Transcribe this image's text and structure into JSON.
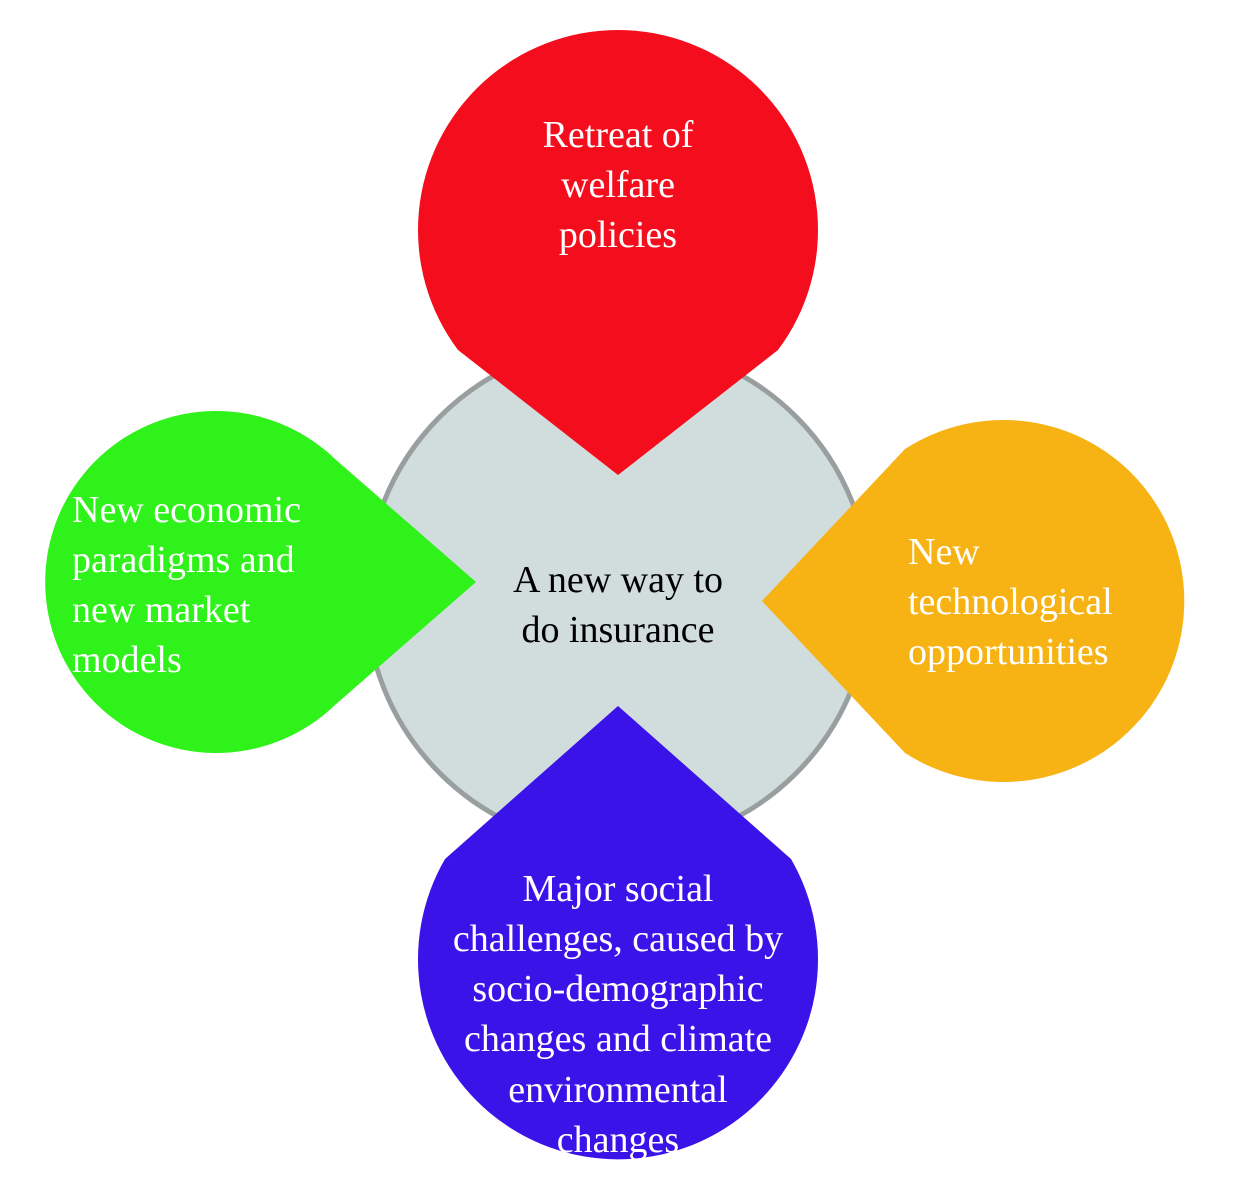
{
  "center": {
    "text": "A new way to do insurance",
    "lines": [
      "A new way to",
      "do insurance"
    ],
    "fill_color": "#d1dcdc",
    "stroke_color": "#999f9f"
  },
  "petals": {
    "top": {
      "lines": [
        "Retreat of",
        "welfare",
        "policies"
      ],
      "color": "#f40d1d"
    },
    "left": {
      "lines": [
        "New economic",
        "paradigms and",
        "new market",
        "models"
      ],
      "color": "#2ff21a"
    },
    "right": {
      "lines": [
        "New",
        "technological",
        "opportunities"
      ],
      "color": "#f7b214"
    },
    "bottom": {
      "lines": [
        "Major social",
        "challenges, caused by",
        "socio-demographic",
        "changes and climate",
        "environmental",
        "changes"
      ],
      "color": "#3913e8"
    }
  }
}
